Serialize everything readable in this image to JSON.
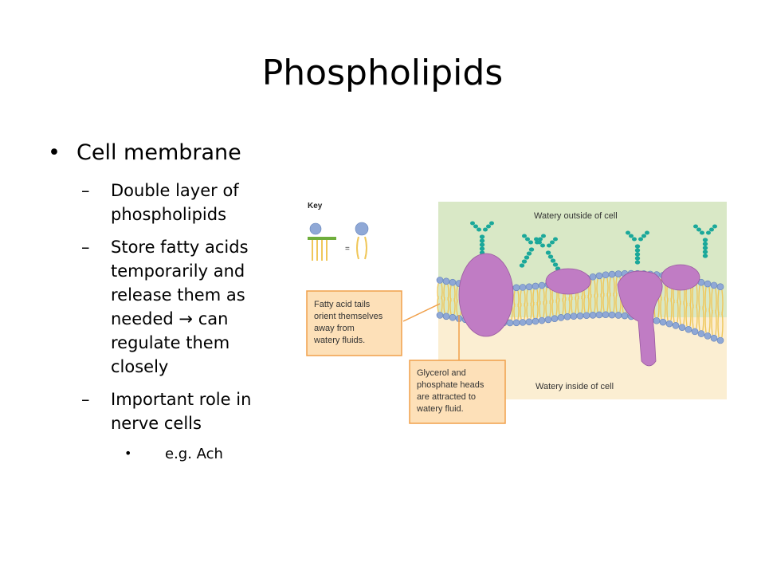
{
  "slide": {
    "title": "Phospholipids",
    "bullets": [
      {
        "text": "Cell membrane"
      },
      {
        "text": "Double layer of phospholipids"
      },
      {
        "text": "Store fatty acids temporarily and release them as needed",
        "arrow": "→",
        "text_after": "can regulate them closely"
      },
      {
        "text": "Important role in nerve cells"
      },
      {
        "text": "e.g. Ach"
      }
    ],
    "markers": {
      "level1": "•",
      "level2": "–",
      "level3": "•"
    }
  },
  "figure": {
    "key_label": "Key",
    "equals": "=",
    "outside_label": "Watery outside of cell",
    "inside_label": "Watery inside of cell",
    "callout_tails": [
      "Fatty acid tails",
      "orient themselves",
      "away from",
      "watery fluids."
    ],
    "callout_heads": [
      "Glycerol and",
      "phosphate heads",
      "are attracted to",
      "watery fluid."
    ],
    "colors": {
      "outside_bg": "#d9e8c6",
      "inside_bg": "#fbeed2",
      "head": "#8fa8d6",
      "tail": "#f0c75a",
      "protein": "#c07cc4",
      "glyco": "#1ba89a",
      "callout_fill": "#fde0b8",
      "callout_stroke": "#f0a04b"
    }
  }
}
